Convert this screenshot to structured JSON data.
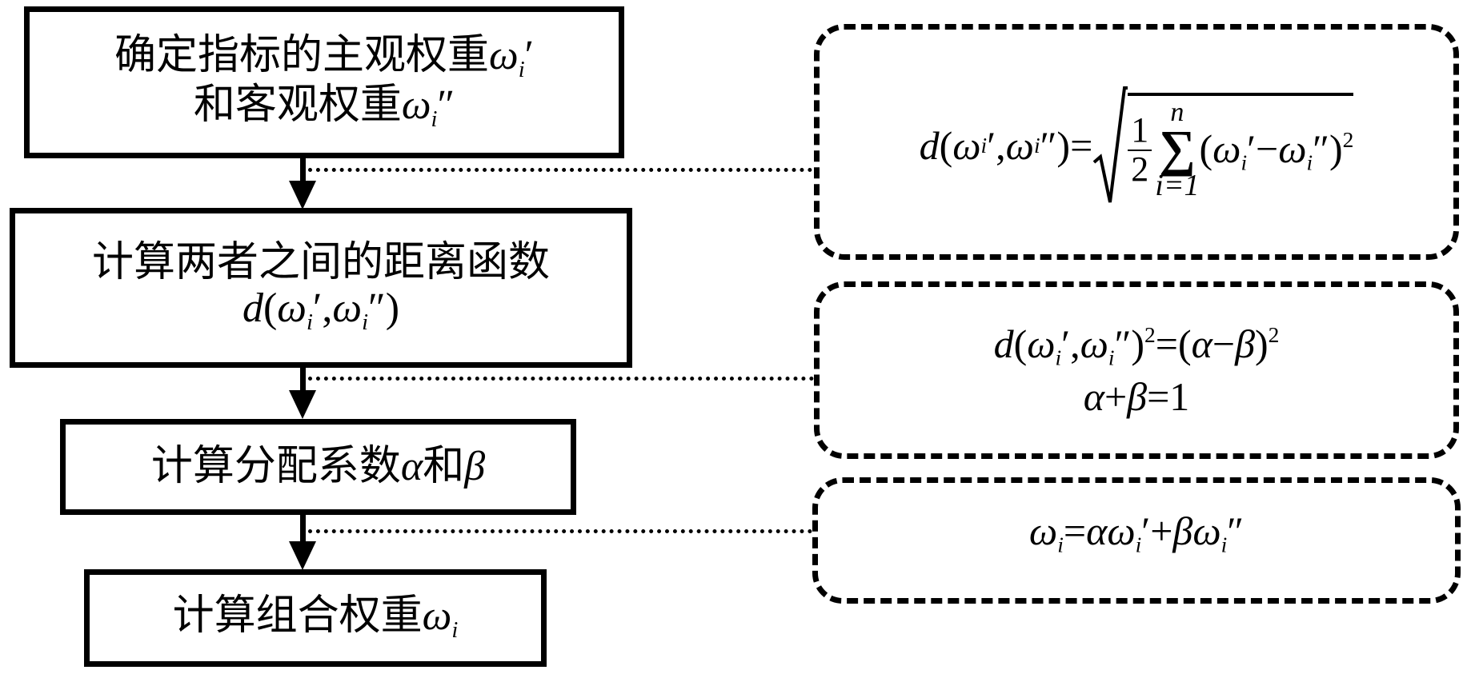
{
  "flow_steps": [
    {
      "line1_text": "确定指标的主观权重",
      "line1_symbol": "ω",
      "line1_sub": "i",
      "line1_prime": "′",
      "line2_text": "和客观权重",
      "line2_symbol": "ω",
      "line2_sub": "i",
      "line2_prime": "″"
    },
    {
      "line1_text": "计算两者之间的距离函数",
      "line2_formula": {
        "d": "d",
        "open": "(",
        "w1": "ω",
        "s1": "i",
        "p1": "′",
        "comma": ",",
        "w2": "ω",
        "s2": "i",
        "p2": "″",
        "close": ")"
      }
    },
    {
      "text": "计算分配系数",
      "alpha": "α",
      "and": "和",
      "beta": "β"
    },
    {
      "text": "计算组合权重",
      "symbol": "ω",
      "sub": "i"
    }
  ],
  "formulas": [
    {
      "lhs": {
        "d": "d",
        "open": "(",
        "w1": "ω",
        "s1": "i",
        "p1": "′",
        "comma": ",",
        "w2": "ω",
        "s2": "i",
        "p2": "″",
        "close": ")"
      },
      "eq": "=",
      "frac_num": "1",
      "frac_den": "2",
      "sigma": "∑",
      "upper": "n",
      "lower": "i=1",
      "term": {
        "open": "(",
        "w1": "ω",
        "s1": "i",
        "p1": "′",
        "minus": "−",
        "w2": "ω",
        "s2": "i",
        "p2": "″",
        "close": ")",
        "exp": "2"
      }
    },
    {
      "line1": {
        "d": "d",
        "open": "(",
        "w1": "ω",
        "s1": "i",
        "p1": "′",
        "comma": ",",
        "w2": "ω",
        "s2": "i",
        "p2": "″",
        "close": ")",
        "exp": "2",
        "eq": "=",
        "rhs_open": "(",
        "alpha": "α",
        "minus": "−",
        "beta": "β",
        "rhs_close": ")",
        "rhs_exp": "2"
      },
      "line2": {
        "alpha": "α",
        "plus": "+",
        "beta": "β",
        "eq": "=",
        "one": "1"
      }
    },
    {
      "w": "ω",
      "s": "i",
      "eq": "=",
      "alpha": "α",
      "w1": "ω",
      "s1": "i",
      "p1": "′",
      "plus": "+",
      "beta": "β",
      "w2": "ω",
      "s2": "i",
      "p2": "″"
    }
  ]
}
